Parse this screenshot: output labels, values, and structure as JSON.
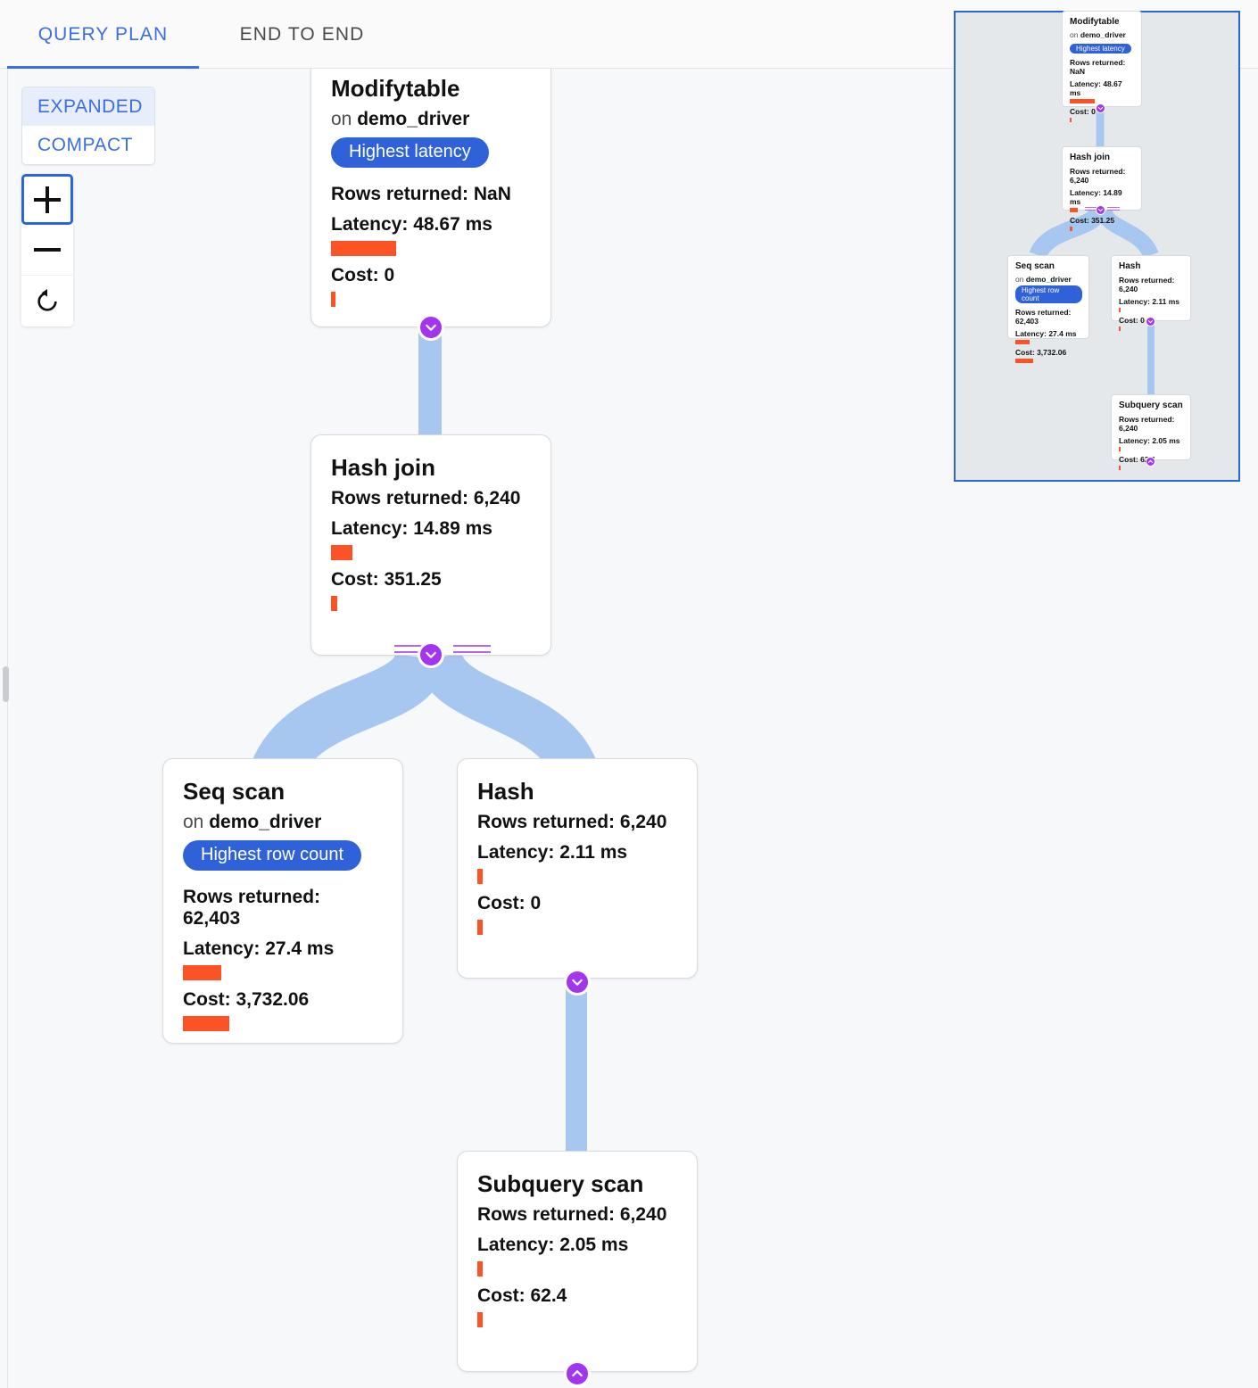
{
  "tabs": [
    {
      "label": "QUERY PLAN",
      "active": true
    },
    {
      "label": "END TO END",
      "active": false
    }
  ],
  "view_mode": {
    "options": [
      "EXPANDED",
      "COMPACT"
    ],
    "selected": "EXPANDED"
  },
  "zoom_controls": {
    "zoom_in": "+",
    "zoom_out": "−",
    "reset": "↺"
  },
  "colors": {
    "accent_blue": "#3b6fe0",
    "badge_blue": "#2f62d8",
    "bar_orange": "#fb5325",
    "edge_blue": "#a8c7f0",
    "toggle_purple": "#a335ee",
    "minimap_bg": "#e5e8eb",
    "minimap_border": "#2b66d6"
  },
  "nodes": [
    {
      "id": "modifytable",
      "title": "Modifytable",
      "on_prefix": "on ",
      "on_table": "demo_driver",
      "badge": "Highest latency",
      "rows_label": "Rows returned: NaN",
      "latency_label": "Latency: 48.67 ms",
      "latency_bar_width": 73,
      "cost_label": "Cost: 0",
      "cost_bar_width": 5
    },
    {
      "id": "hash-join",
      "title": "Hash join",
      "rows_label": "Rows returned: 6,240",
      "latency_label": "Latency: 14.89 ms",
      "latency_bar_width": 24,
      "cost_label": "Cost: 351.25",
      "cost_bar_width": 7
    },
    {
      "id": "seq-scan",
      "title": "Seq scan",
      "on_prefix": "on ",
      "on_table": "demo_driver",
      "badge": "Highest row count",
      "rows_label": "Rows returned: 62,403",
      "latency_label": "Latency: 27.4 ms",
      "latency_bar_width": 43,
      "cost_label": "Cost: 3,732.06",
      "cost_bar_width": 52
    },
    {
      "id": "hash",
      "title": "Hash",
      "rows_label": "Rows returned: 6,240",
      "latency_label": "Latency: 2.11 ms",
      "latency_bar_width": 6,
      "cost_label": "Cost: 0",
      "cost_bar_width": 6
    },
    {
      "id": "subquery-scan",
      "title": "Subquery scan",
      "rows_label": "Rows returned: 6,240",
      "latency_label": "Latency: 2.05 ms",
      "latency_bar_width": 6,
      "cost_label": "Cost: 62.4",
      "cost_bar_width": 6
    }
  ],
  "minimap": {
    "nodes": [
      {
        "id": "mini-modifytable",
        "title": "Modifytable",
        "on_prefix": "on ",
        "on_table": "demo_driver",
        "badge": "Highest latency",
        "rows_label": "Rows returned: NaN",
        "latency_label": "Latency: 48.67 ms",
        "latency_bar_width": 28,
        "cost_label": "Cost: 0",
        "cost_bar_width": 2
      },
      {
        "id": "mini-hash-join",
        "title": "Hash join",
        "rows_label": "Rows returned: 6,240",
        "latency_label": "Latency: 14.89 ms",
        "latency_bar_width": 9,
        "cost_label": "Cost: 351.25",
        "cost_bar_width": 3
      },
      {
        "id": "mini-seq-scan",
        "title": "Seq scan",
        "on_prefix": "on ",
        "on_table": "demo_driver",
        "badge": "Highest row count",
        "rows_label": "Rows returned: 62,403",
        "latency_label": "Latency: 27.4 ms",
        "latency_bar_width": 16,
        "cost_label": "Cost: 3,732.06",
        "cost_bar_width": 20
      },
      {
        "id": "mini-hash",
        "title": "Hash",
        "rows_label": "Rows returned: 6,240",
        "latency_label": "Latency: 2.11 ms",
        "latency_bar_width": 2,
        "cost_label": "Cost: 0",
        "cost_bar_width": 2
      },
      {
        "id": "mini-subquery-scan",
        "title": "Subquery scan",
        "rows_label": "Rows returned: 6,240",
        "latency_label": "Latency: 2.05 ms",
        "latency_bar_width": 2,
        "cost_label": "Cost: 62.4",
        "cost_bar_width": 2
      }
    ]
  }
}
